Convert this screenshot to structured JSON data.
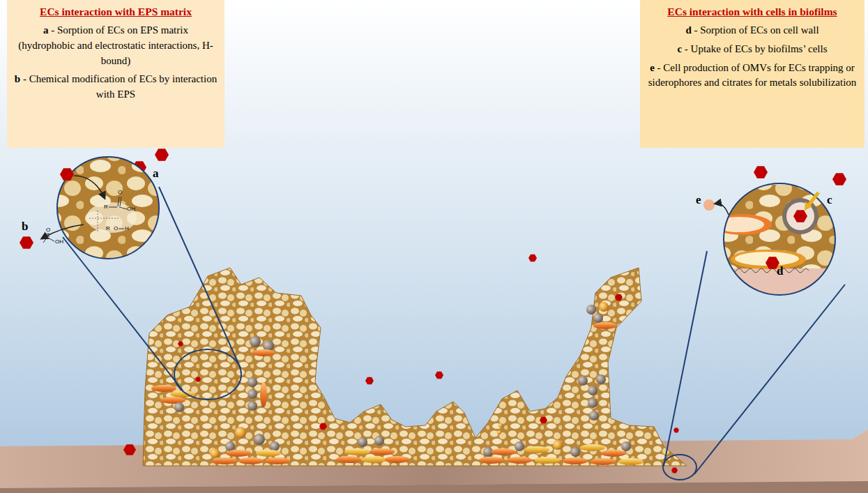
{
  "diagram": {
    "nodes": [
      {
        "text": [
          "ECs interaction with EPS matrix",
          "a - Sorption of ECs on EPS matrix (hydrophobic and electrostatic interactions, H-bound)",
          "b - Chemical modification of ECs by interaction with EPS"
        ]
      },
      {
        "text": [
          "ECs interaction with cells in biofilms",
          "d - Sorption of ECs on cell wall",
          "c - Uptake of ECs by biofilms’ cells",
          "e - Cell production of OMVs for ECs trapping or siderophores and citrates for metals solubilization"
        ]
      }
    ],
    "labels": [
      "a",
      "b",
      "e",
      "c",
      "d",
      "O",
      "R",
      "OH",
      "R",
      "O",
      "H",
      "O",
      "OH"
    ]
  }
}
